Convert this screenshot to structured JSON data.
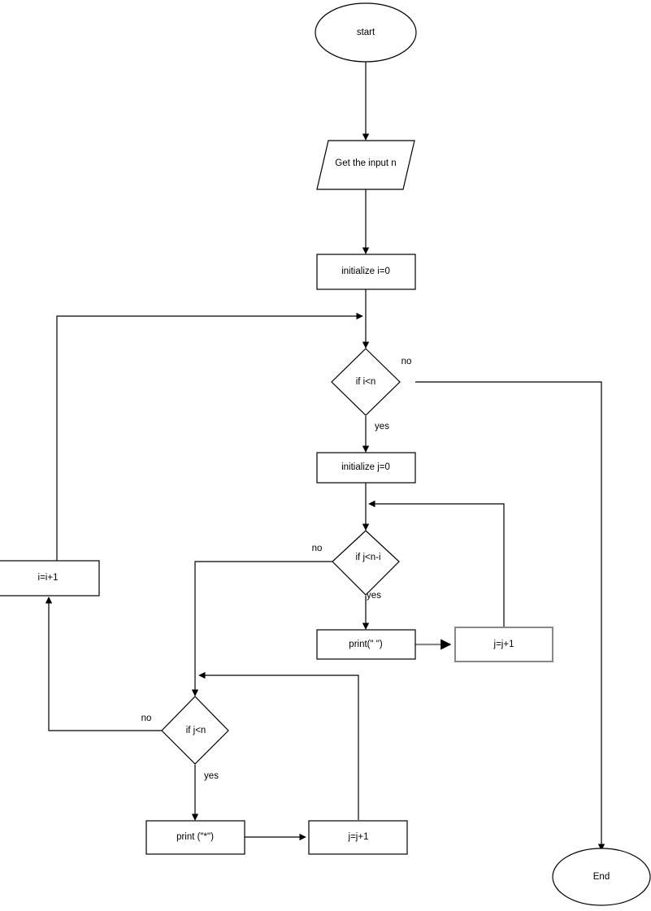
{
  "diagram": {
    "title": "Flowchart: print right triangle star pattern",
    "colors": {
      "stroke": "#000000",
      "stroke_gray": "#888888",
      "fill": "#ffffff"
    },
    "nodes": [
      {
        "id": "start",
        "type": "terminator",
        "label": "start"
      },
      {
        "id": "input_n",
        "type": "io",
        "label": "Get the input n"
      },
      {
        "id": "init_i",
        "type": "process",
        "label": "initialize i=0"
      },
      {
        "id": "if_i_lt_n",
        "type": "decision",
        "label": "if i<n"
      },
      {
        "id": "init_j",
        "type": "process",
        "label": "initialize j=0"
      },
      {
        "id": "if_j_lt_n_i",
        "type": "decision",
        "label": "if  j<n-i"
      },
      {
        "id": "print_space",
        "type": "process",
        "label": "print(\" \")"
      },
      {
        "id": "j_inc_1",
        "type": "process",
        "label": "j=j+1"
      },
      {
        "id": "if_j_lt_n",
        "type": "decision",
        "label": "if j<n"
      },
      {
        "id": "print_star",
        "type": "process",
        "label": "print (\"*\")"
      },
      {
        "id": "j_inc_2",
        "type": "process",
        "label": "j=j+1"
      },
      {
        "id": "i_inc",
        "type": "process",
        "label": "i=i+1"
      },
      {
        "id": "end",
        "type": "terminator",
        "label": "End"
      }
    ],
    "edge_labels": {
      "i_lt_n_no": "no",
      "i_lt_n_yes": "yes",
      "j_lt_n_i_no": "no",
      "j_lt_n_i_yes": "yes",
      "j_lt_n_no": "no",
      "j_lt_n_yes": "yes"
    },
    "edges": [
      {
        "from": "start",
        "to": "input_n",
        "label": ""
      },
      {
        "from": "input_n",
        "to": "init_i",
        "label": ""
      },
      {
        "from": "init_i",
        "to": "if_i_lt_n",
        "label": ""
      },
      {
        "from": "if_i_lt_n",
        "to": "end",
        "label": "no"
      },
      {
        "from": "if_i_lt_n",
        "to": "init_j",
        "label": "yes"
      },
      {
        "from": "init_j",
        "to": "if_j_lt_n_i",
        "label": ""
      },
      {
        "from": "if_j_lt_n_i",
        "to": "print_space",
        "label": "yes"
      },
      {
        "from": "if_j_lt_n_i",
        "to": "if_j_lt_n",
        "label": "no"
      },
      {
        "from": "print_space",
        "to": "j_inc_1",
        "label": ""
      },
      {
        "from": "j_inc_1",
        "to": "if_j_lt_n_i",
        "label": ""
      },
      {
        "from": "if_j_lt_n",
        "to": "print_star",
        "label": "yes"
      },
      {
        "from": "if_j_lt_n",
        "to": "i_inc",
        "label": "no"
      },
      {
        "from": "print_star",
        "to": "j_inc_2",
        "label": ""
      },
      {
        "from": "j_inc_2",
        "to": "if_j_lt_n",
        "label": ""
      },
      {
        "from": "i_inc",
        "to": "if_i_lt_n",
        "label": ""
      }
    ]
  }
}
